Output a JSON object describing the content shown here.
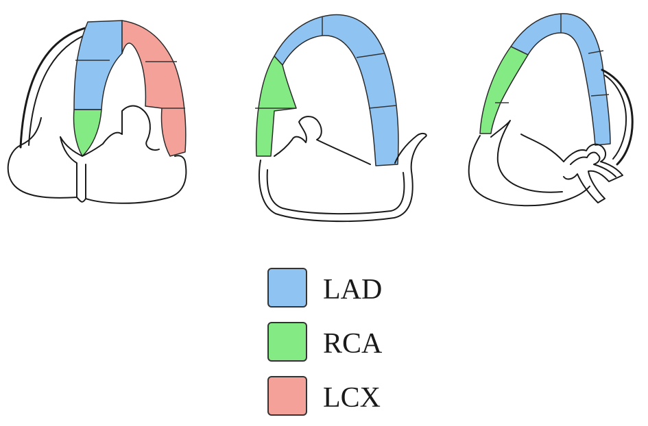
{
  "colors": {
    "lad": "#8fc3f2",
    "rca": "#84ea84",
    "lcx": "#f4a19a"
  },
  "legend": [
    {
      "key": "lad",
      "label": "LAD"
    },
    {
      "key": "rca",
      "label": "RCA"
    },
    {
      "key": "lcx",
      "label": "LCX"
    }
  ]
}
